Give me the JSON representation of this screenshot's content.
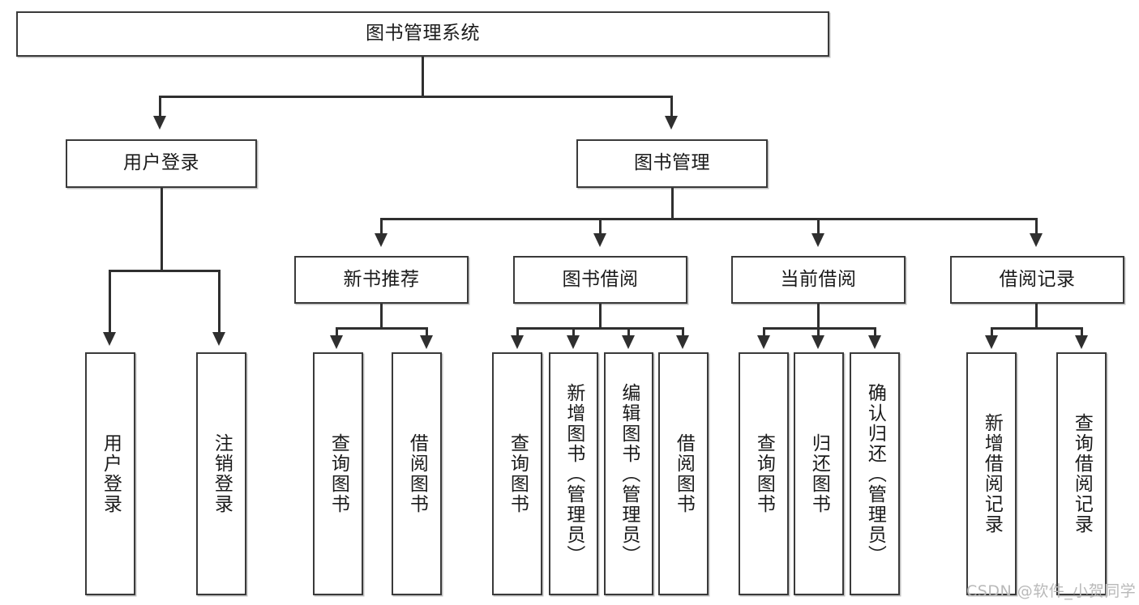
{
  "diagram": {
    "title": "图书管理系统",
    "type": "hierarchy-tree",
    "root": {
      "id": "root",
      "label": "图书管理系统"
    },
    "level2": [
      {
        "id": "user-login",
        "label": "用户登录"
      },
      {
        "id": "book-manage",
        "label": "图书管理"
      }
    ],
    "level3": [
      {
        "id": "new-book-recommend",
        "label": "新书推荐"
      },
      {
        "id": "book-borrow",
        "label": "图书借阅"
      },
      {
        "id": "current-borrow",
        "label": "当前借阅"
      },
      {
        "id": "borrow-record",
        "label": "借阅记录"
      }
    ],
    "leaves": {
      "user_login": [
        {
          "id": "leaf-user-login",
          "label": "用户登录"
        },
        {
          "id": "leaf-logout-login",
          "label": "注销登录"
        }
      ],
      "new_book_recommend": [
        {
          "id": "leaf-query-book-1",
          "label": "查询图书"
        },
        {
          "id": "leaf-borrow-book-1",
          "label": "借阅图书"
        }
      ],
      "book_borrow": [
        {
          "id": "leaf-query-book-2",
          "label": "查询图书"
        },
        {
          "id": "leaf-add-book",
          "label": "新增图书（管理员）"
        },
        {
          "id": "leaf-edit-book",
          "label": "编辑图书（管理员）"
        },
        {
          "id": "leaf-borrow-book-2",
          "label": "借阅图书"
        }
      ],
      "current_borrow": [
        {
          "id": "leaf-query-book-3",
          "label": "查询图书"
        },
        {
          "id": "leaf-return-book",
          "label": "归还图书"
        },
        {
          "id": "leaf-confirm-return",
          "label": "确认归还（管理员）"
        }
      ],
      "borrow_record": [
        {
          "id": "leaf-add-record",
          "label": "新增借阅记录"
        },
        {
          "id": "leaf-query-record",
          "label": "查询借阅记录"
        }
      ]
    }
  },
  "watermark": {
    "text": "CSDN @软件_小贺同学"
  },
  "colors": {
    "border": "#3a3a3a",
    "edge": "#2f2f2f",
    "background": "#ffffff",
    "text": "#1b1b1b",
    "watermark": "#b9b9b9"
  }
}
